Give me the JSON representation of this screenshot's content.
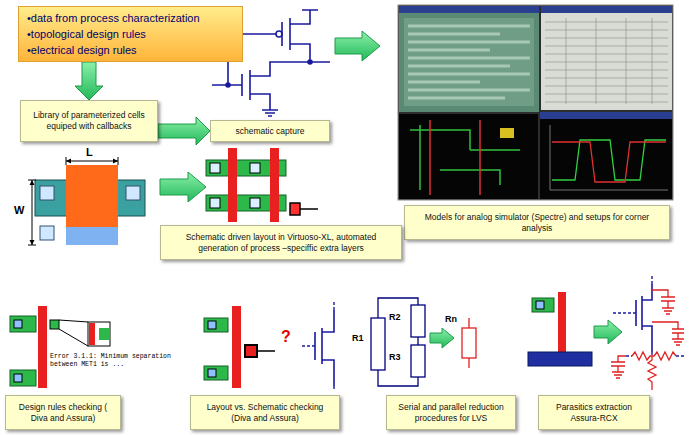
{
  "diagram": {
    "nodes": [
      {
        "text": [
          "•data from process characterization",
          "•topological design rules",
          "•electrical design rules"
        ]
      },
      {
        "text": [
          "Library of parameterized cells equiped with callbacks"
        ]
      },
      {
        "text": [
          "schematic capture"
        ]
      },
      {
        "text": [
          "Models for analog simulator (Spectre) and setups for corner analysis"
        ]
      },
      {
        "text": [
          "Schematic driven layout in Virtuoso-XL, automated generation of process –speciffic extra layers"
        ]
      },
      {
        "text": [
          "Design rules checking ( Diva and Assura)"
        ]
      },
      {
        "text": [
          "Layout vs. Schematic checking (Diva and Assura)"
        ]
      },
      {
        "text": [
          "Serial and parallel reduction procedures for LVS"
        ]
      },
      {
        "text": [
          "Parasitics extraction Assura-RCX"
        ]
      }
    ],
    "edges": [
      {
        "from": 0,
        "to": 1,
        "arrow": "to"
      },
      {
        "from": 1,
        "to": 2,
        "arrow": "to"
      }
    ],
    "labels": [
      "L",
      "W",
      "Error 3.1.1: Minimum separation between MET1 is ...",
      "?",
      "R1",
      "R2",
      "R3",
      "Rn"
    ]
  }
}
